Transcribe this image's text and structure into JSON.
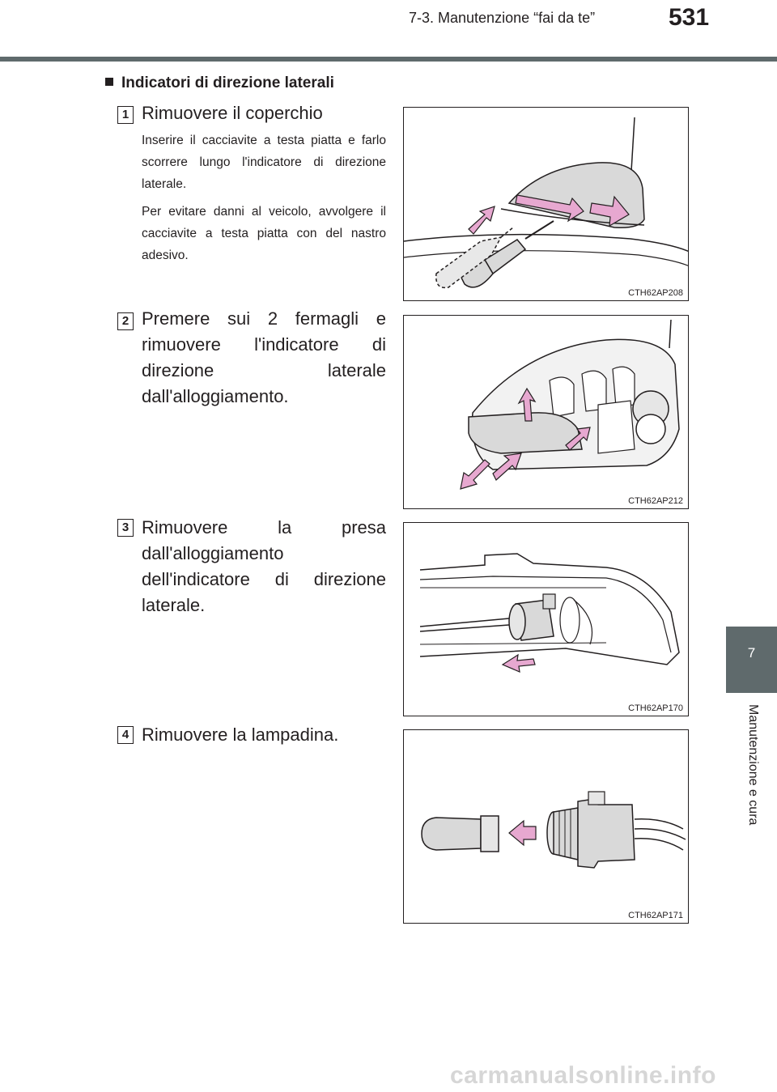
{
  "header": {
    "section": "7-3. Manutenzione “fai da te”",
    "page_number": "531"
  },
  "side_tab": {
    "chapter_number": "7",
    "chapter_title": "Manutenzione e cura"
  },
  "section_title": "Indicatori di direzione laterali",
  "steps": [
    {
      "number": "1",
      "text": "Rimuovere il coperchio",
      "notes": [
        "Inserire il cacciavite a testa piatta e farlo scorrere lungo l'indicatore di direzione laterale.",
        "Per evitare danni al veicolo, avvolgere il cacciavite a testa piatta con del nastro adesivo."
      ],
      "figure_code": "CTH62AP208"
    },
    {
      "number": "2",
      "text": "Premere sui 2 fermagli e rimuovere l'indicatore di direzione laterale dall'alloggiamento.",
      "figure_code": "CTH62AP212"
    },
    {
      "number": "3",
      "text": "Rimuovere la presa dall'alloggiamento dell'indicatore di direzione laterale.",
      "figure_code": "CTH62AP170"
    },
    {
      "number": "4",
      "text": "Rimuovere la lampadina.",
      "figure_code": "CTH62AP171"
    }
  ],
  "watermark": "carmanualsonline.info",
  "colors": {
    "header_bar": "#5f6a6c",
    "arrow_fill": "#e7a8d0",
    "part_fill": "#d9d9d9"
  }
}
